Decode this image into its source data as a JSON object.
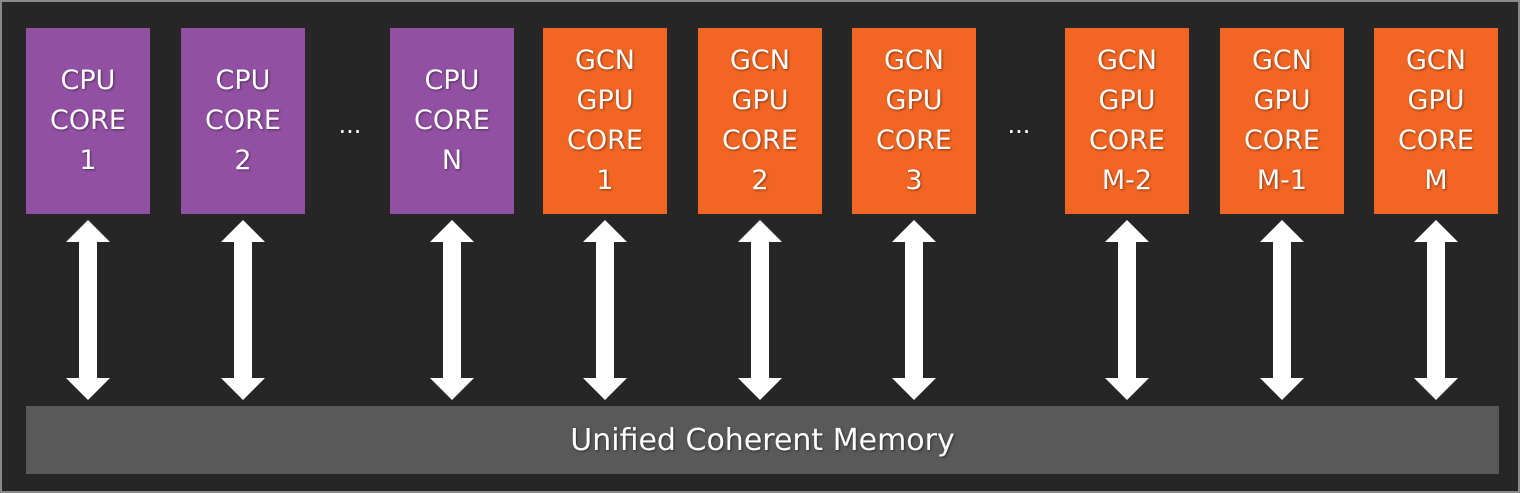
{
  "colors": {
    "background": "#262626",
    "cpu_core": "#9250a2",
    "gpu_core": "#f26522",
    "memory": "#595959",
    "arrow": "#ffffff"
  },
  "cpu_cores": [
    {
      "lines": [
        "CPU",
        "CORE",
        "1"
      ]
    },
    {
      "lines": [
        "CPU",
        "CORE",
        "2"
      ]
    },
    {
      "lines": [
        "CPU",
        "CORE",
        "N"
      ]
    }
  ],
  "gpu_cores": [
    {
      "lines": [
        "GCN",
        "GPU",
        "CORE",
        "1"
      ]
    },
    {
      "lines": [
        "GCN",
        "GPU",
        "CORE",
        "2"
      ]
    },
    {
      "lines": [
        "GCN",
        "GPU",
        "CORE",
        "3"
      ]
    },
    {
      "lines": [
        "GCN",
        "GPU",
        "CORE",
        "M-2"
      ]
    },
    {
      "lines": [
        "GCN",
        "GPU",
        "CORE",
        "M-1"
      ]
    },
    {
      "lines": [
        "GCN",
        "GPU",
        "CORE",
        "M"
      ]
    }
  ],
  "ellipsis": [
    "...",
    "..."
  ],
  "memory_label": "Unified Coherent Memory"
}
